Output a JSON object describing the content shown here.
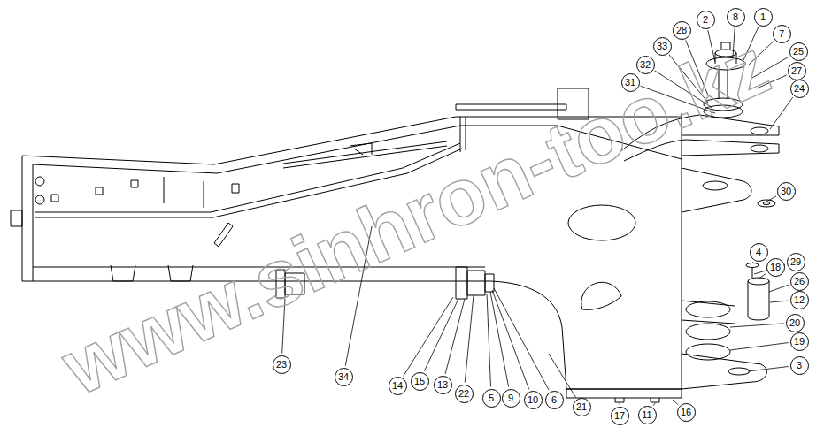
{
  "diagram": {
    "nodes": [
      {
        "text": [
          "2"
        ]
      },
      {
        "text": [
          "8"
        ]
      },
      {
        "text": [
          "1"
        ]
      },
      {
        "text": [
          "28"
        ]
      },
      {
        "text": [
          "7"
        ]
      },
      {
        "text": [
          "33"
        ]
      },
      {
        "text": [
          "25"
        ]
      },
      {
        "text": [
          "32"
        ]
      },
      {
        "text": [
          "27"
        ]
      },
      {
        "text": [
          "31"
        ]
      },
      {
        "text": [
          "24"
        ]
      },
      {
        "text": [
          "30"
        ]
      },
      {
        "text": [
          "4"
        ]
      },
      {
        "text": [
          "29"
        ]
      },
      {
        "text": [
          "18"
        ]
      },
      {
        "text": [
          "26"
        ]
      },
      {
        "text": [
          "12"
        ]
      },
      {
        "text": [
          "20"
        ]
      },
      {
        "text": [
          "19"
        ]
      },
      {
        "text": [
          "3"
        ]
      },
      {
        "text": [
          "23"
        ]
      },
      {
        "text": [
          "34"
        ]
      },
      {
        "text": [
          "15"
        ]
      },
      {
        "text": [
          "14"
        ]
      },
      {
        "text": [
          "13"
        ]
      },
      {
        "text": [
          "22"
        ]
      },
      {
        "text": [
          "5"
        ]
      },
      {
        "text": [
          "9"
        ]
      },
      {
        "text": [
          "10"
        ]
      },
      {
        "text": [
          "6"
        ]
      },
      {
        "text": [
          "21"
        ]
      },
      {
        "text": [
          "16"
        ]
      },
      {
        "text": [
          "11"
        ]
      },
      {
        "text": [
          "17"
        ]
      }
    ],
    "labels": [
      "www.sinhron-too.kz"
    ]
  }
}
